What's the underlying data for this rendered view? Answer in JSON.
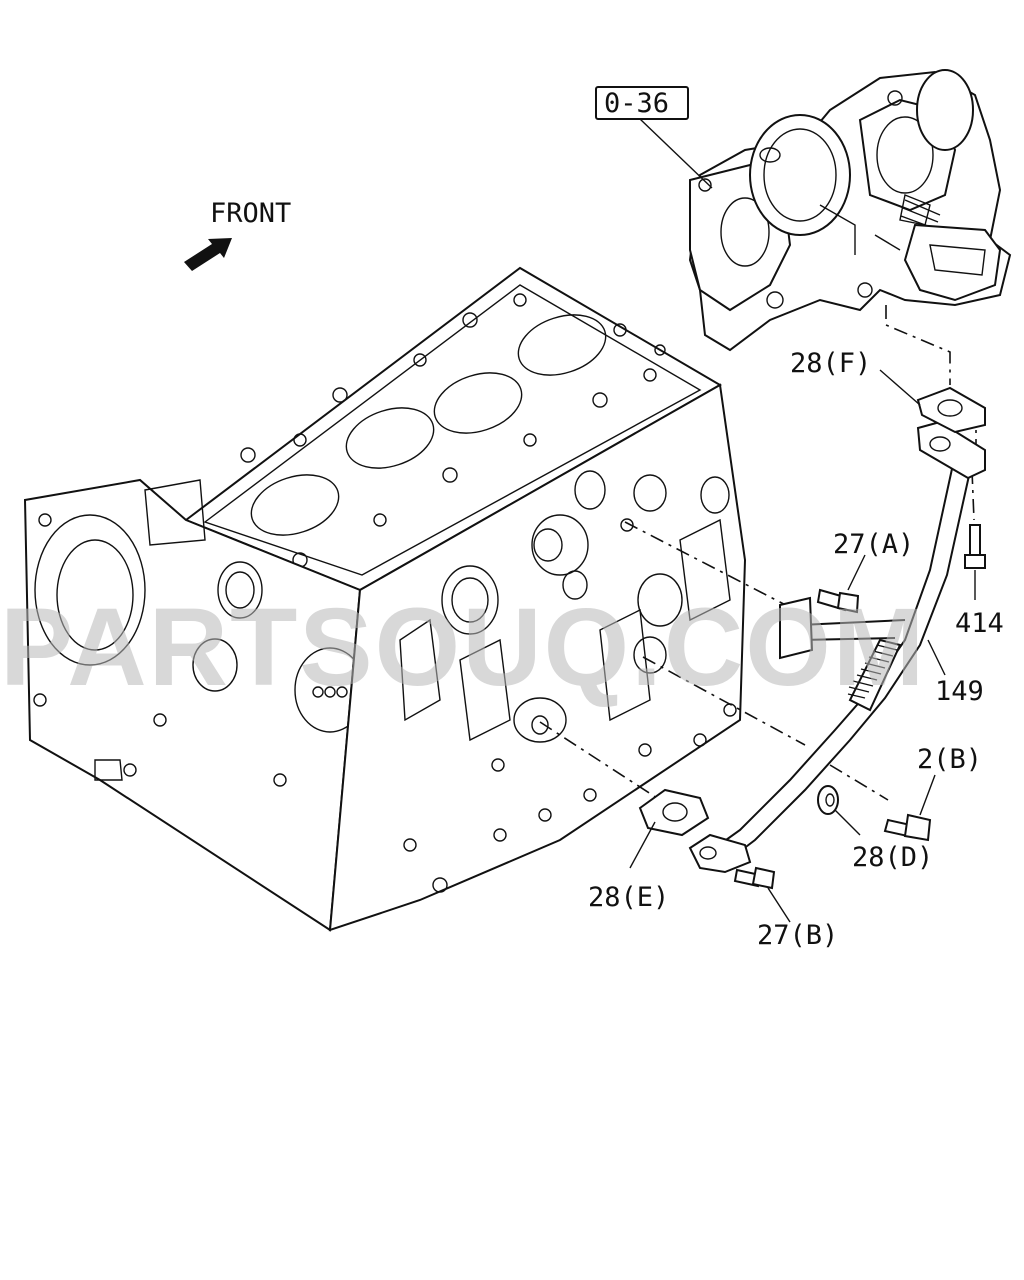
{
  "direction_label": "FRONT",
  "reference_box": "0-36",
  "watermark": "PARTSOUQ.COM",
  "callouts": {
    "p28f": "28(F)",
    "p27a": "27(A)",
    "p414": "414",
    "p149": "149",
    "p2b": "2(B)",
    "p28d": "28(D)",
    "p28e": "28(E)",
    "p27b": "27(B)"
  }
}
